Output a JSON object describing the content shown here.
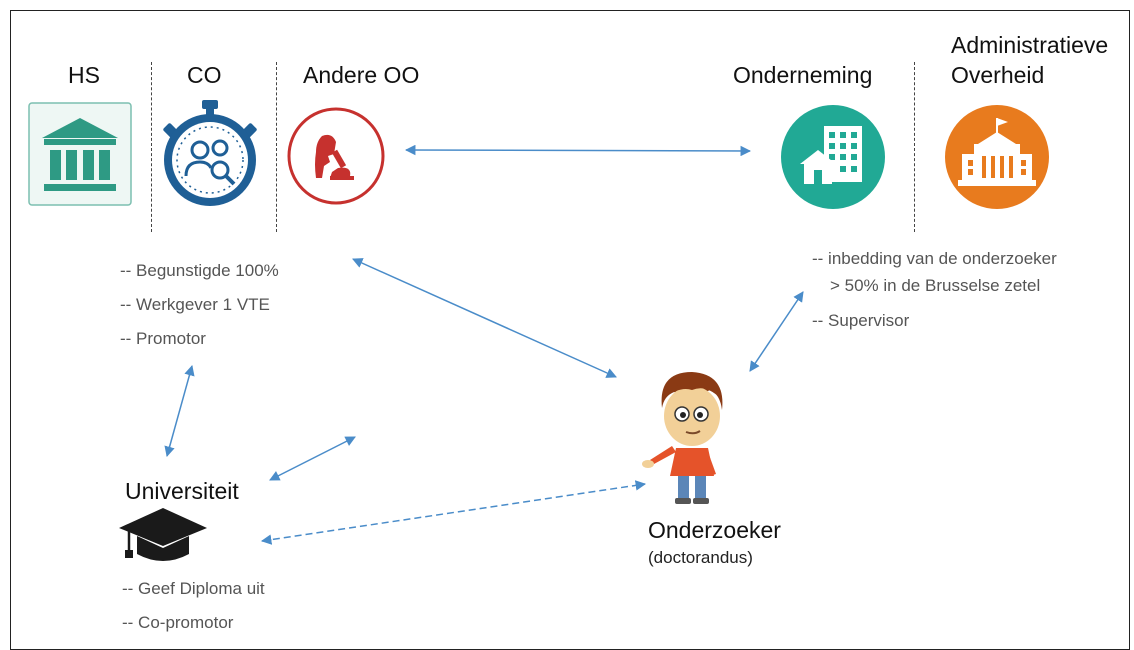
{
  "headers": {
    "hs": "HS",
    "co": "CO",
    "andere_oo": "Andere OO",
    "onderneming": "Onderneming",
    "admin_line1": "Administratieve",
    "admin_line2": "Overheid"
  },
  "left_notes": [
    "-- Begunstigde 100%",
    "-- Werkgever 1 VTE",
    "-- Promotor"
  ],
  "right_notes": {
    "line1": "-- inbedding van de onderzoeker",
    "line2": "> 50% in de Brusselse zetel",
    "line3": "-- Supervisor"
  },
  "universiteit": {
    "title": "Universiteit",
    "notes": [
      "-- Geef Diploma uit",
      "-- Co-promotor"
    ]
  },
  "onderzoeker": {
    "title": "Onderzoeker",
    "subtitle": "(doctorandus)"
  },
  "icons": {
    "hs": "bank-building-icon",
    "co": "stopwatch-research-icon",
    "andere_oo": "microscope-scientist-icon",
    "onderneming": "company-buildings-icon",
    "admin": "government-building-icon",
    "universiteit": "graduation-cap-icon",
    "onderzoeker": "researcher-person-icon"
  },
  "colors": {
    "hs": "#2e9a84",
    "co": "#1f5f96",
    "andere_oo": "#c6312e",
    "onderneming": "#21a995",
    "admin": "#e87b1e",
    "arrow": "#4a8cc9"
  }
}
